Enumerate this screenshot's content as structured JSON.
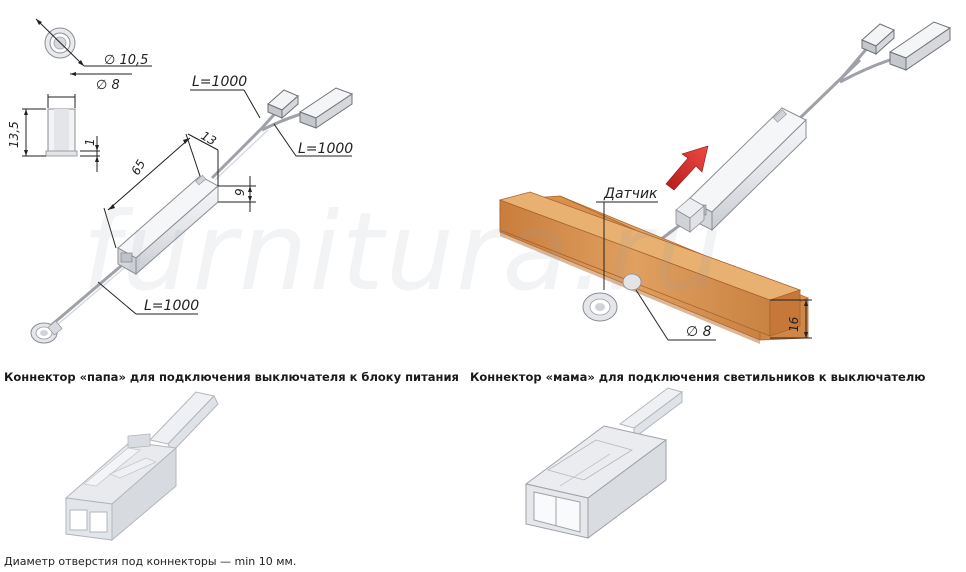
{
  "left_diagram": {
    "dim_outer_diameter": "∅ 10,5",
    "dim_inner_diameter": "∅ 8",
    "dim_height": "13,5",
    "dim_rim": "1",
    "dim_length": "65",
    "dim_width": "13",
    "dim_thickness": "9",
    "cable_top": "L=1000",
    "cable_right": "L=1000",
    "cable_bottom": "L=1000"
  },
  "right_diagram": {
    "sensor_label": "Датчик",
    "dim_hole": "∅ 8",
    "dim_board": "16"
  },
  "watermark": "furnitura.ru",
  "captions": {
    "male": "Коннектор «папа» для подключения выключателя к блоку питания",
    "female": "Коннектор «мама» для подключения светильников к выключателю"
  },
  "footer_note": "Диаметр отверстия под коннекторы — min 10 мм.",
  "colors": {
    "wood": "#d9924e",
    "arrow": "#d8282a",
    "housing": "#e8e9ec",
    "line": "#333333"
  }
}
